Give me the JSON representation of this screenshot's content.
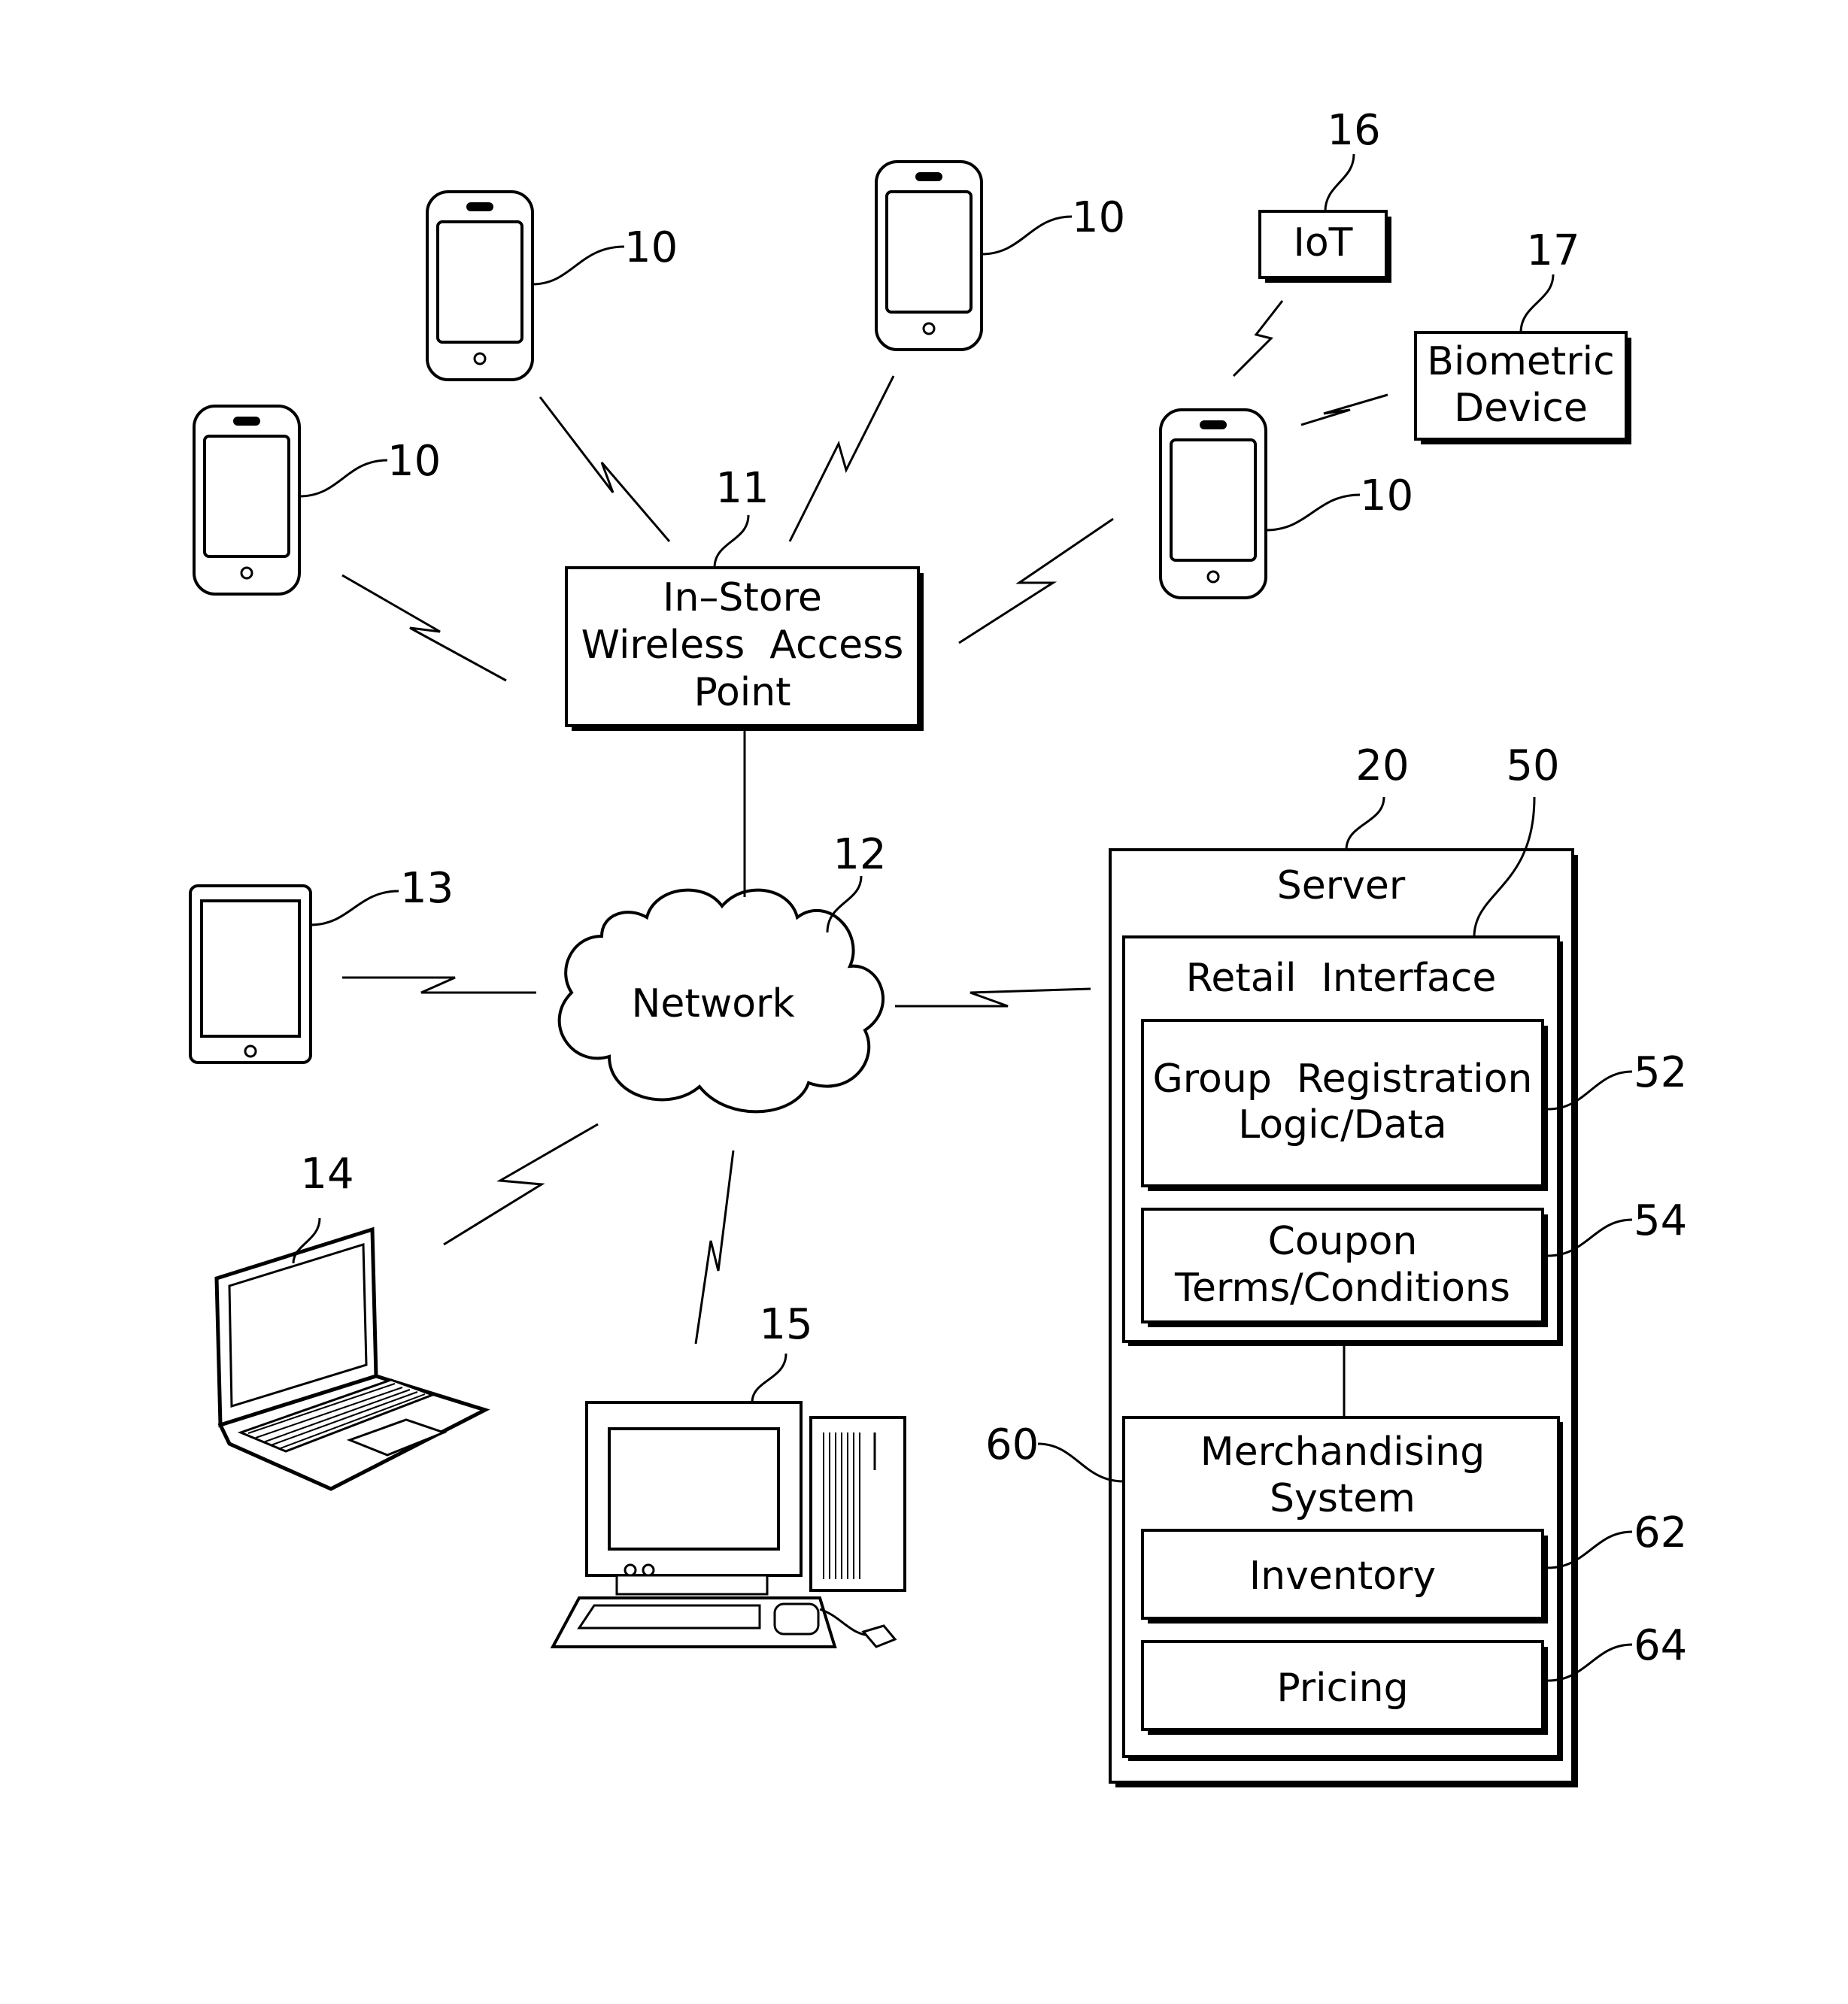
{
  "nodes": {
    "access_point": {
      "ref": "11",
      "lines": [
        "In–Store",
        "Wireless  Access",
        "Point"
      ]
    },
    "network": {
      "ref": "12",
      "label": "Network"
    },
    "tablet": {
      "ref": "13"
    },
    "laptop": {
      "ref": "14"
    },
    "desktop": {
      "ref": "15"
    },
    "iot": {
      "ref": "16",
      "label": "IoT"
    },
    "biometric": {
      "ref": "17",
      "lines": [
        "Biometric",
        "Device"
      ]
    },
    "server": {
      "ref": "20",
      "label": "Server"
    },
    "retail_interface": {
      "ref": "50",
      "label": "Retail  Interface"
    },
    "group_registration": {
      "ref": "52",
      "lines": [
        "Group  Registration",
        "Logic/Data"
      ]
    },
    "coupon": {
      "ref": "54",
      "lines": [
        "Coupon",
        "Terms/Conditions"
      ]
    },
    "merchandising": {
      "ref": "60",
      "lines": [
        "Merchandising",
        "System"
      ]
    },
    "inventory": {
      "ref": "62",
      "label": "Inventory"
    },
    "pricing": {
      "ref": "64",
      "label": "Pricing"
    },
    "phones": [
      {
        "ref": "10"
      },
      {
        "ref": "10"
      },
      {
        "ref": "10"
      },
      {
        "ref": "10"
      }
    ]
  },
  "colors": {
    "ink": "#000000",
    "paper": "#ffffff"
  }
}
